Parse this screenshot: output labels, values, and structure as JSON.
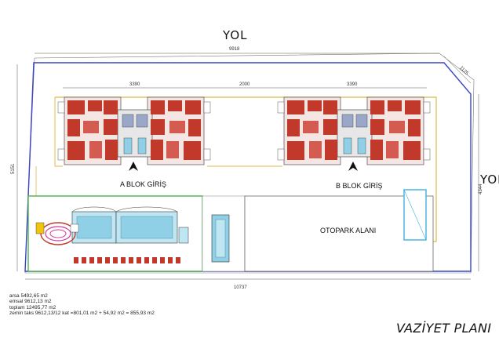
{
  "roads": {
    "top": "YOL",
    "right": "YOL"
  },
  "dimensions": {
    "top_overall": "9918",
    "top_corner": "1125",
    "block_a_width": "3390",
    "gap_between_blocks": "2000",
    "block_b_width": "3390",
    "left_height": "5151",
    "right_height": "4344",
    "bottom_overall": "10737"
  },
  "labels": {
    "block_a_entrance": "A BLOK GİRİŞ",
    "block_b_entrance": "B BLOK GİRİŞ",
    "parking": "OTOPARK ALANI"
  },
  "stats": {
    "land_area": "arsa 5492,65 m2",
    "emsal": "emsal 9612,13 m2",
    "total": "toplam 12495,77 m2",
    "footprint": "zemin taks 9612,13/12 kat =801,01 m2 + 54,92 m2 = 855,93 m2"
  },
  "title": "VAZİYET PLANI",
  "colors": {
    "site_boundary": "#3a45c9",
    "walkway": "#e0b84a",
    "landscape": "#4caf50",
    "rooms": "#c0392b",
    "pool": "#8fd0e6",
    "parking_stripe": "#3fb0e0"
  }
}
